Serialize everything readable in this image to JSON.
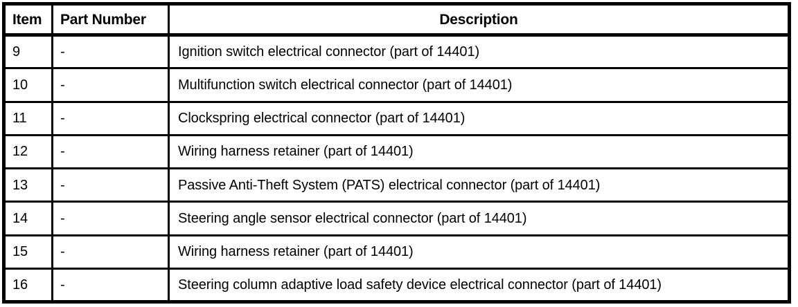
{
  "table": {
    "columns": [
      {
        "key": "item",
        "label": "Item",
        "align": "left"
      },
      {
        "key": "part_number",
        "label": "Part Number",
        "align": "left"
      },
      {
        "key": "description",
        "label": "Description",
        "align": "center"
      }
    ],
    "rows": [
      {
        "item": "9",
        "part_number": "-",
        "description": "Ignition switch electrical connector (part of 14401)"
      },
      {
        "item": "10",
        "part_number": "-",
        "description": "Multifunction switch electrical connector (part of 14401)"
      },
      {
        "item": "11",
        "part_number": "-",
        "description": "Clockspring electrical connector (part of 14401)"
      },
      {
        "item": "12",
        "part_number": "-",
        "description": "Wiring harness retainer (part of 14401)"
      },
      {
        "item": "13",
        "part_number": "-",
        "description": "Passive Anti-Theft System (PATS) electrical connector (part of 14401)"
      },
      {
        "item": "14",
        "part_number": "-",
        "description": "Steering angle sensor electrical connector (part of 14401)"
      },
      {
        "item": "15",
        "part_number": "-",
        "description": "Wiring harness retainer (part of 14401)"
      },
      {
        "item": "16",
        "part_number": "-",
        "description": "Steering column adaptive load safety device electrical connector (part of 14401)"
      }
    ]
  },
  "colors": {
    "border": "#000000",
    "text": "#000000",
    "background": "#ffffff"
  }
}
